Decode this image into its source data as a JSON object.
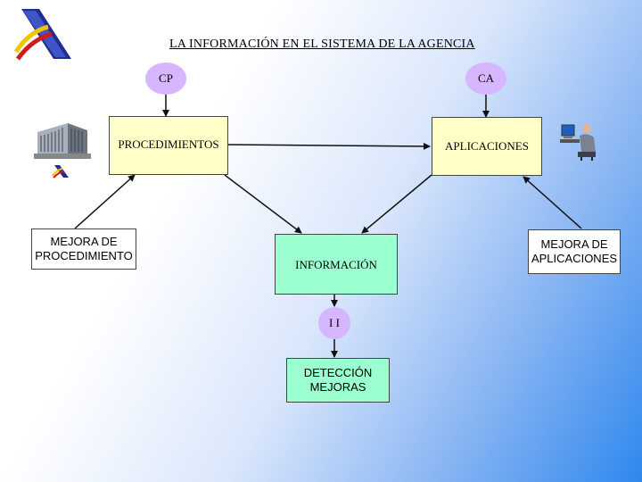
{
  "title": "LA INFORMACIÓN EN EL SISTEMA DE LA AGENCIA",
  "nodes": {
    "cp": "CP",
    "ca": "CA",
    "procedimientos": "PROCEDIMIENTOS",
    "aplicaciones": "APLICACIONES",
    "mejora_procedimiento": [
      "MEJORA DE",
      "PROCEDIMIENTO"
    ],
    "mejora_aplicaciones": [
      "MEJORA DE",
      "APLICACIONES"
    ],
    "informacion": "INFORMACIÓN",
    "ii": "I I",
    "deteccion": [
      "DETECCIÓN",
      "MEJORAS"
    ]
  },
  "icons": [
    "agency-logo-icon",
    "office-building-icon",
    "small-agency-logo-icon",
    "computer-user-icon"
  ],
  "colors": {
    "yellow_box": "#ffffc8",
    "green_box": "#9cffd0",
    "oval": "#d6b6ff",
    "logo_blue": "#1f2f8f",
    "logo_yellow": "#f2c400",
    "logo_red": "#d11a1a"
  }
}
